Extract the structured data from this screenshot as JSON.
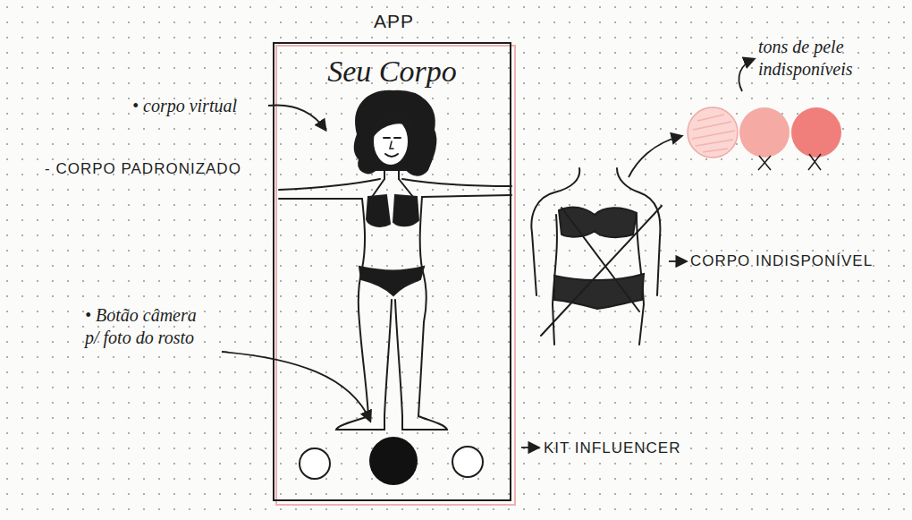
{
  "diagram": {
    "nodes": [
      {
        "text": [
          "APP",
          "Seu Corpo"
        ]
      }
    ],
    "labels": [
      "• corpo virtual",
      "- CORPO PADRONIZADO",
      "• Botão câmera p/ foto do rosto",
      "KIT INFLUENCER",
      "tons de pele indisponíveis",
      "CORPO INDISPONÍVEL"
    ]
  }
}
